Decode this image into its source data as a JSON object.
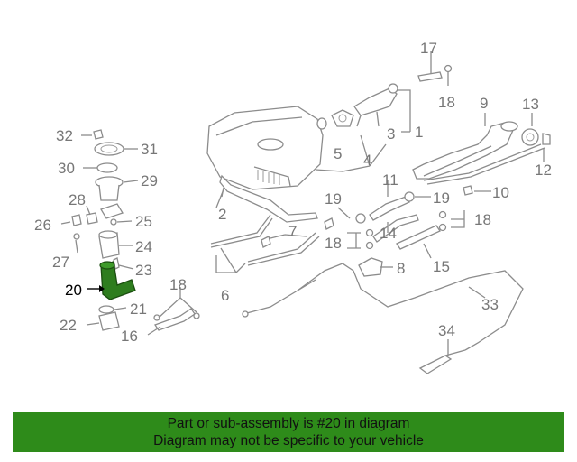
{
  "diagram": {
    "highlight_color": "#2e7d1e",
    "callouts": {
      "c1": "1",
      "c2": "2",
      "c3": "3",
      "c4": "4",
      "c5": "5",
      "c6": "6",
      "c7": "7",
      "c8": "8",
      "c9": "9",
      "c10": "10",
      "c11": "11",
      "c12": "12",
      "c13": "13",
      "c14": "14",
      "c15": "15",
      "c16": "16",
      "c17": "17",
      "c18a": "18",
      "c18b": "18",
      "c18c": "18",
      "c18d": "18",
      "c19a": "19",
      "c19b": "19",
      "c20": "20",
      "c21": "21",
      "c22": "22",
      "c23": "23",
      "c24": "24",
      "c25": "25",
      "c26": "26",
      "c27": "27",
      "c28": "28",
      "c29": "29",
      "c30": "30",
      "c31": "31",
      "c32": "32",
      "c33": "33",
      "c34": "34"
    }
  },
  "banner": {
    "line1": "Part or sub-assembly is #20 in diagram",
    "line2": "Diagram may not be specific to your vehicle",
    "background": "#2e8b1a"
  }
}
